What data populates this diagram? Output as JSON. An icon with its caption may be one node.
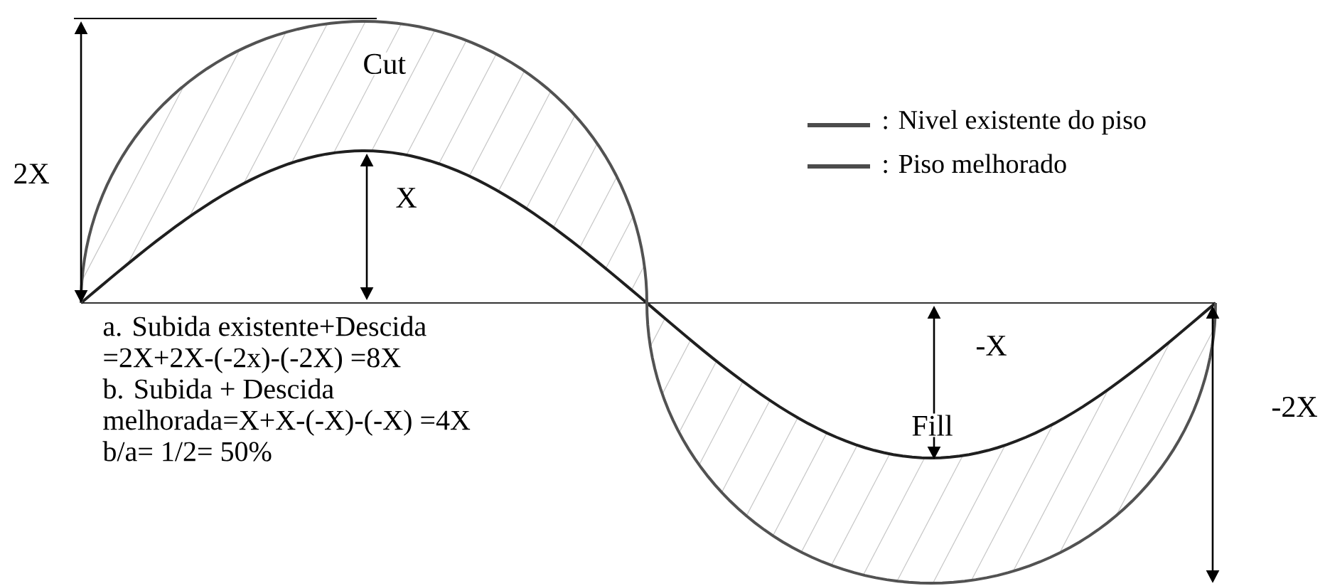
{
  "diagram": {
    "labels": [
      "Cut",
      "2X",
      "X",
      "a. Subida existente+Descida",
      "=2X+2X-(-2x)-(-2X) =8X",
      "b. Subida + Descida",
      "melhorada=X+X-(-X)-(-X) =4X",
      "b/a= 1/2= 50%",
      "-X",
      "Fill",
      "-2X"
    ],
    "legend": [
      {
        "text": ": Nivel existente do piso"
      },
      {
        "text": ": Piso melhorado"
      }
    ]
  }
}
